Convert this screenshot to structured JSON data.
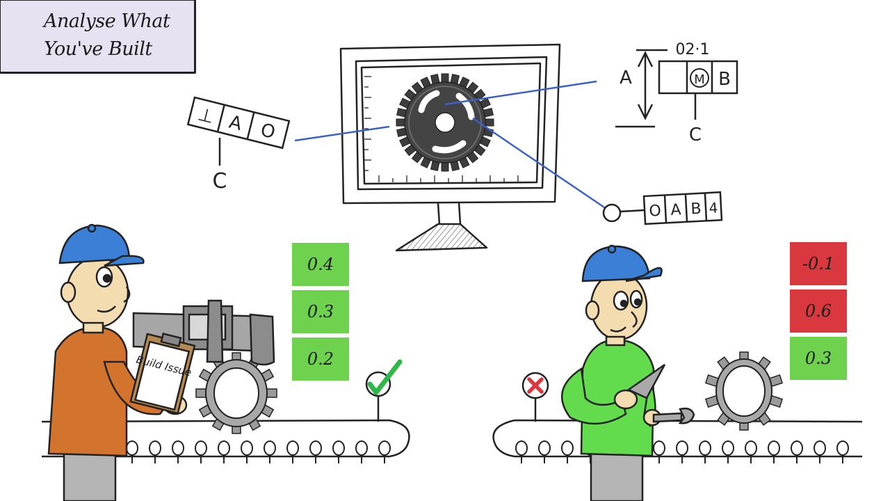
{
  "title": {
    "line1": "Analyse What",
    "line2": "You've Built"
  },
  "colors": {
    "title_bg": "#e6e2f2",
    "pass_green": "#6ed24f",
    "fail_red": "#d9383e",
    "callout_blue": "#3a62c6",
    "cap_blue": "#3c7fd6",
    "shirt_orange": "#d2732e",
    "shirt_green": "#62dc4c"
  },
  "left_fcf": {
    "cells": [
      "⊥",
      "A",
      "O"
    ],
    "datum_label": "C"
  },
  "right_dimension": {
    "dimension_label": "A",
    "tolerance_value": "02·1",
    "cells": [
      "",
      "M",
      "B"
    ],
    "datum_label": "C"
  },
  "bottom_fcf": {
    "cells": [
      "O",
      "A",
      "B",
      "4"
    ]
  },
  "left_station": {
    "clipboard_text": "Build Issue",
    "status_icon": "check-icon",
    "readouts": [
      {
        "value": "0.4",
        "status": "pass"
      },
      {
        "value": "0.3",
        "status": "pass"
      },
      {
        "value": "0.2",
        "status": "pass"
      }
    ]
  },
  "right_station": {
    "status_icon": "cross-icon",
    "readouts": [
      {
        "value": "-0.1",
        "status": "fail"
      },
      {
        "value": "0.6",
        "status": "fail"
      },
      {
        "value": "0.3",
        "status": "pass"
      }
    ]
  }
}
